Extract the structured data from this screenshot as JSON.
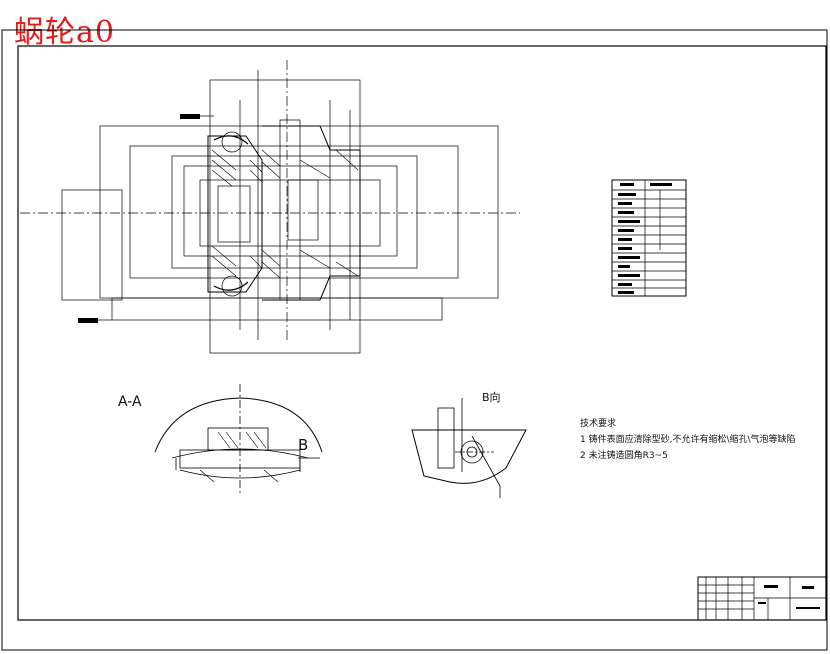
{
  "title_stamp": "蜗轮a0",
  "sections": {
    "aa_label": "A-A",
    "b_marker": "B",
    "b_view_label": "B向"
  },
  "technical_requirements": {
    "heading": "技术要求",
    "items": [
      "1 铸件表面应清除型砂,不允许有缩松\\缩孔\\气泡等缺陷",
      "2 未注铸造圆角R3~5"
    ]
  },
  "parameter_table": {
    "rows": [
      [
        "",
        ""
      ],
      [
        "",
        ""
      ],
      [
        "",
        ""
      ],
      [
        "",
        ""
      ],
      [
        "",
        ""
      ],
      [
        "",
        ""
      ],
      [
        "",
        ""
      ],
      [
        "",
        ""
      ],
      [
        "",
        ""
      ],
      [
        "",
        ""
      ],
      [
        "",
        ""
      ],
      [
        "",
        ""
      ],
      [
        "",
        ""
      ]
    ]
  },
  "title_block": {
    "part_name": "",
    "drawing_no": ""
  }
}
